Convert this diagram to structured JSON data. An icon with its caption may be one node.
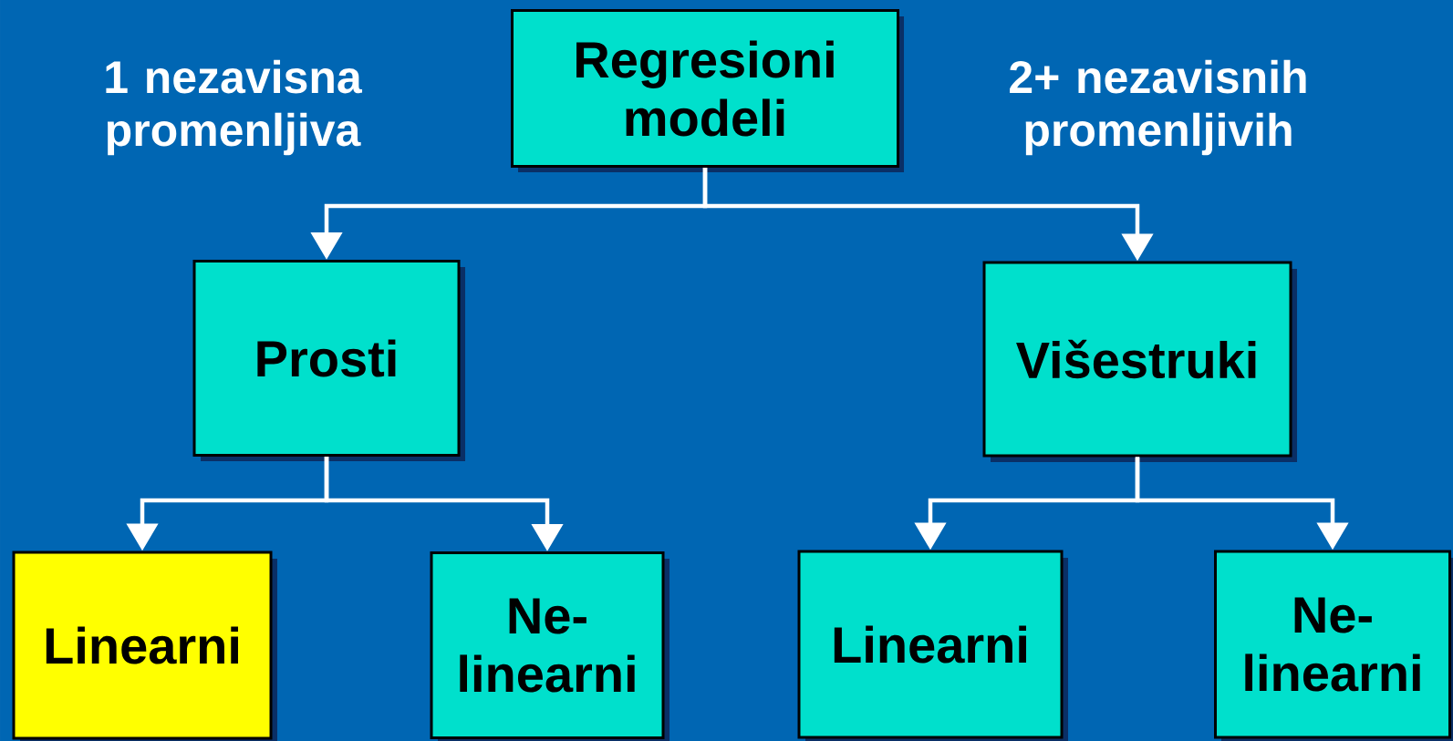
{
  "diagram": {
    "nodes": [
      {
        "text": [
          "Regresioni modeli"
        ]
      },
      {
        "text": [
          "Prosti"
        ]
      },
      {
        "text": [
          "Višestruki"
        ]
      },
      {
        "text": [
          "Linearni"
        ]
      },
      {
        "text": [
          "Ne- linearni"
        ]
      },
      {
        "text": [
          "Linearni"
        ]
      },
      {
        "text": [
          "Ne- linearni"
        ]
      }
    ],
    "edges": [
      {
        "from": 0,
        "to": 1,
        "arrow": "to"
      },
      {
        "from": 0,
        "to": 2,
        "arrow": "to"
      },
      {
        "from": 1,
        "to": 3,
        "arrow": "to"
      },
      {
        "from": 1,
        "to": 4,
        "arrow": "to"
      },
      {
        "from": 2,
        "to": 5,
        "arrow": "to"
      },
      {
        "from": 2,
        "to": 6,
        "arrow": "to"
      }
    ],
    "labels": [
      "1 nezavisna promenljiva",
      "2+ nezavisnih promenljivih"
    ]
  }
}
